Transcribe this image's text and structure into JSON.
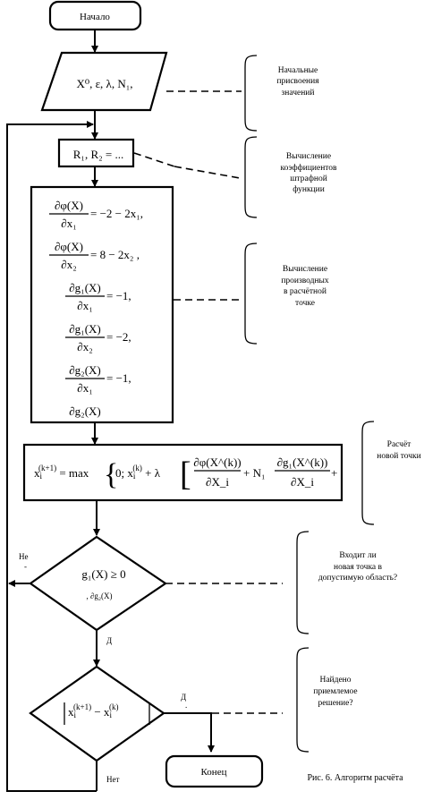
{
  "start_label": "Начало",
  "input_box": {
    "expr": "X⁰, ε, λ, N₁,"
  },
  "penalty_box": {
    "expr": "R₁, R₂ = ..."
  },
  "derivatives": [
    {
      "num": "∂φ(X)",
      "den": "∂x₁",
      "rhs": "= −2 − 2x₁,"
    },
    {
      "num": "∂φ(X)",
      "den": "∂x₂",
      "rhs": "= 8 − 2x₂ ,"
    },
    {
      "num": "∂g₁(X)",
      "den": "∂x₁",
      "rhs": "= −1,"
    },
    {
      "num": "∂g₁(X)",
      "den": "∂x₂",
      "rhs": "= −2,"
    },
    {
      "num": "∂g₂(X)",
      "den": "∂x₁",
      "rhs": "= −1,"
    },
    {
      "num": "∂g₂(X)",
      "den": "",
      "rhs": ""
    }
  ],
  "new_point": {
    "lhs": "x_i^(k+1) = max",
    "part1": "0;   x_i^(k) + λ",
    "frac1_num": "∂φ(X^(k))",
    "frac1_den": "∂X_i",
    "plus_n": "+ N₁",
    "frac2_num": "∂g₁(X^(k))",
    "frac2_den": "∂X_i",
    "tail": "+"
  },
  "decision1": {
    "expr": "g₁(X) ≥ 0",
    "no_label": "Не",
    "yes_label": "Д"
  },
  "decision2": {
    "expr": "|x_i^(k+1) − x_i^(k)|",
    "yes_label": "Д",
    "no_label": "Нет"
  },
  "end_label": "Конец",
  "annotations": [
    {
      "lines": [
        "Начальные",
        "присвоения",
        "значений"
      ]
    },
    {
      "lines": [
        "Вычисление",
        "коэффициентов",
        "штрафной",
        "функции"
      ]
    },
    {
      "lines": [
        "Вычисление",
        "производных",
        "в расчётной",
        "точке"
      ]
    },
    {
      "lines": [
        "Расчёт",
        "новой точки"
      ]
    },
    {
      "lines": [
        "Входит ли",
        "новая точка в",
        "допустимую область?"
      ]
    },
    {
      "lines": [
        "Найдено",
        "приемлемое",
        "решение?"
      ]
    }
  ],
  "caption": "Рис. 6. Алгоритм расчёта"
}
